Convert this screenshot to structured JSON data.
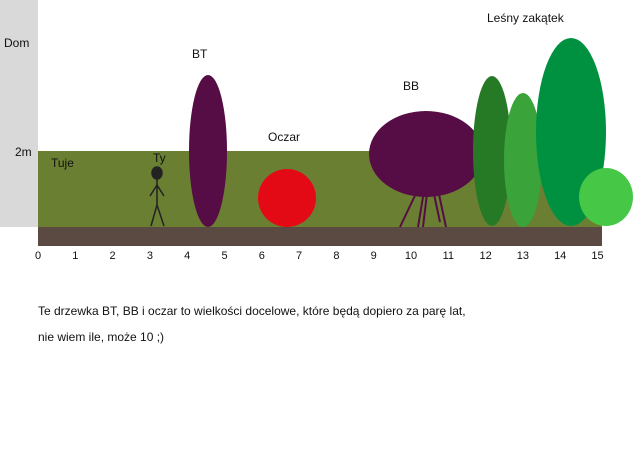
{
  "axis": {
    "left_labels": {
      "top": "Dom",
      "middle": "2m"
    },
    "ticks": [
      "0",
      "1",
      "2",
      "3",
      "4",
      "5",
      "6",
      "7",
      "8",
      "9",
      "10",
      "11",
      "12",
      "13",
      "14",
      "15"
    ]
  },
  "labels": {
    "hedge": "Tuje",
    "person": "Ty",
    "bt": "BT",
    "oczar": "Oczar",
    "bb": "BB",
    "corner": "Leśny zakątek"
  },
  "notes": {
    "line1": "Te drzewka BT, BB i oczar to wielkości docelowe, które będą dopiero za parę lat,",
    "line2": "nie wiem ile, może 10 ;)"
  },
  "colors": {
    "house": "#d9d9d9",
    "hedge": "#6b7f33",
    "ground": "#5a4a42",
    "bt": "#560c45",
    "bb": "#560c45",
    "oczar": "#e30a15",
    "dark_green": "#267a26",
    "mid_green": "#3aa33a",
    "big_green": "#009140",
    "light_green": "#46c846",
    "person": "#222222"
  }
}
